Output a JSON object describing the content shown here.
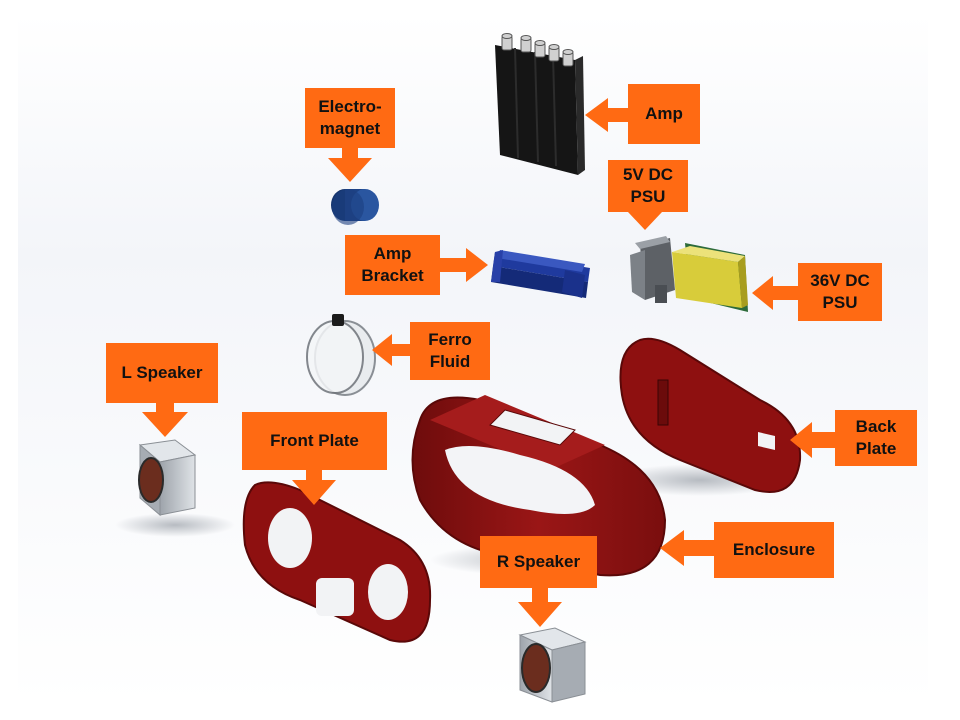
{
  "labels": {
    "amp": "Amp",
    "psu_5v": "5V DC\nPSU",
    "electromagnet": "Electro-\nmagnet",
    "amp_bracket": "Amp\nBracket",
    "psu_36v": "36V DC\nPSU",
    "ferro_fluid": "Ferro\nFluid",
    "l_speaker": "L Speaker",
    "front_plate": "Front Plate",
    "back_plate": "Back\nPlate",
    "enclosure": "Enclosure",
    "r_speaker": "R Speaker"
  },
  "colors": {
    "callout": "#ff6a13",
    "enclosure_red": "#8e1010",
    "amp_black": "#151515",
    "bracket_blue": "#1f3a9e",
    "psu_yellow": "#d8cc3a",
    "speaker_gray": "#c3c8cd"
  }
}
